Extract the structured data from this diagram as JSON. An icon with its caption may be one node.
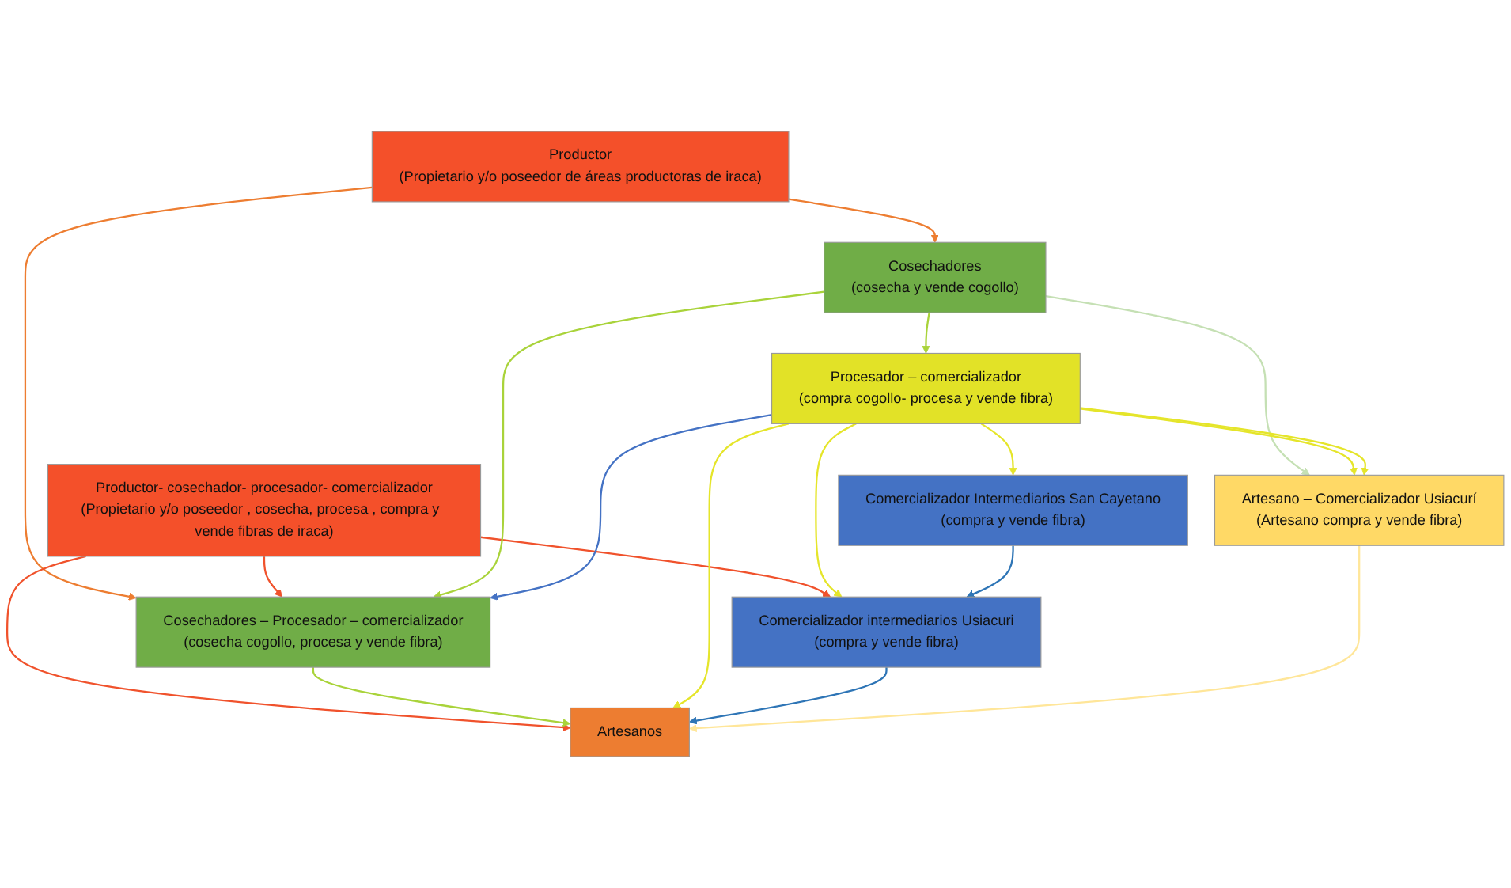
{
  "diagram": {
    "nodes": [
      {
        "text": [
          "Productor",
          "(Propietario y/o poseedor de áreas productoras  de iraca)"
        ]
      },
      {
        "text": [
          "Productor- cosechador- procesador- comercializador",
          "(Propietario y/o poseedor , cosecha, procesa , compra y  vende fibras de iraca)"
        ]
      },
      {
        "text": [
          "Cosechadores",
          "(cosecha y vende cogollo)"
        ]
      },
      {
        "text": [
          "Cosechadores – Procesador – comercializador",
          "(cosecha cogollo, procesa y vende fibra)"
        ]
      },
      {
        "text": [
          "Procesador – comercializador",
          "(compra cogollo- procesa y vende fibra)"
        ]
      },
      {
        "text": [
          "Comercializador Intermediarios  San Cayetano",
          "(compra  y vende fibra)"
        ]
      },
      {
        "text": [
          "Comercializador intermediarios Usiacuri",
          "(compra y vende fibra)"
        ]
      },
      {
        "text": [
          "Artesano – Comercializador  Usiacurí",
          "(Artesano compra y vende fibra)"
        ]
      },
      {
        "text": [
          "Artesanos"
        ]
      }
    ],
    "edges": [
      {
        "from": 0,
        "to": 2,
        "arrow": "to",
        "color": "#ed7d31"
      },
      {
        "from": 0,
        "to": 3,
        "arrow": "to",
        "color": "#ed7d31"
      },
      {
        "from": 1,
        "to": 3,
        "arrow": "to",
        "color": "#f0522c"
      },
      {
        "from": 1,
        "to": 6,
        "arrow": "to",
        "color": "#f0522c"
      },
      {
        "from": 1,
        "to": 8,
        "arrow": "to",
        "color": "#f0522c"
      },
      {
        "from": 2,
        "to": 3,
        "arrow": "to",
        "color": "#a9d33a"
      },
      {
        "from": 2,
        "to": 4,
        "arrow": "to",
        "color": "#a9d33a"
      },
      {
        "from": 2,
        "to": 7,
        "arrow": "to",
        "color": "#c5e0b4"
      },
      {
        "from": 3,
        "to": 8,
        "arrow": "to",
        "color": "#a9d33a"
      },
      {
        "from": 4,
        "to": 3,
        "arrow": "to",
        "color": "#4472c4"
      },
      {
        "from": 4,
        "to": 7,
        "arrow": "to"
      },
      {
        "from": 4,
        "to": 5,
        "arrow": "to"
      },
      {
        "from": 4,
        "to": 6,
        "arrow": "to"
      },
      {
        "from": 4,
        "to": 7,
        "arrow": "to"
      },
      {
        "from": 4,
        "to": 8,
        "arrow": "to"
      },
      {
        "from": 5,
        "to": 6,
        "arrow": "to",
        "color": "#2e75b6"
      },
      {
        "from": 6,
        "to": 8,
        "arrow": "to",
        "color": "#2e75b6"
      },
      {
        "from": 7,
        "to": 8,
        "arrow": "to",
        "color": "#ffe699"
      }
    ]
  }
}
